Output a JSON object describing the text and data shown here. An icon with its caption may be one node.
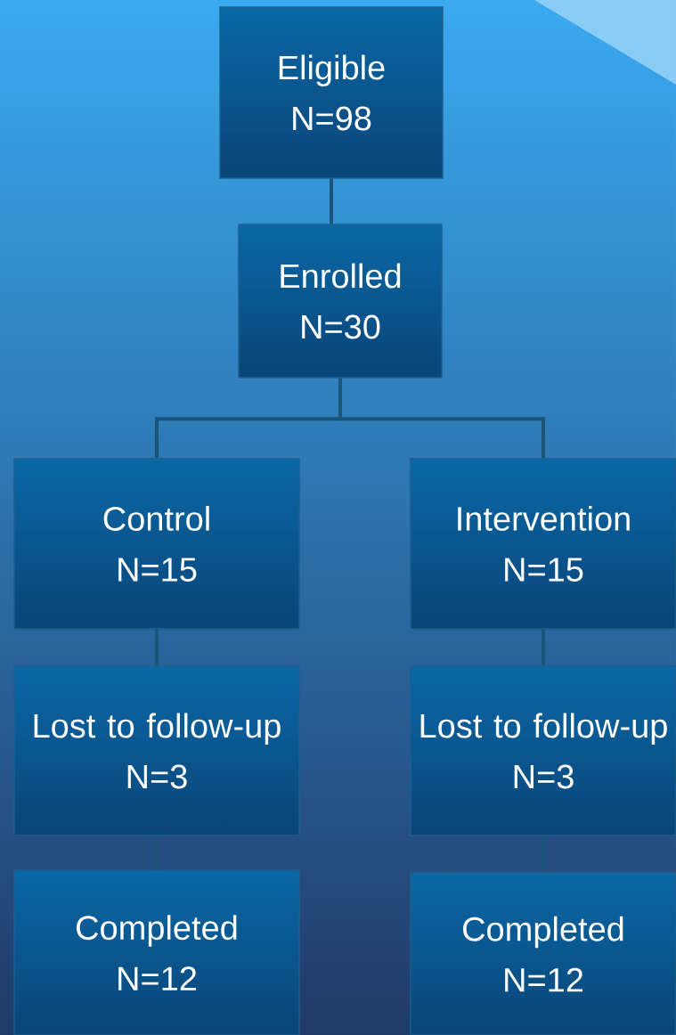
{
  "diagram": {
    "nodes": [
      {
        "text": [
          "Eligible",
          "N=98"
        ]
      },
      {
        "text": [
          "Enrolled",
          "N=30"
        ]
      },
      {
        "text": [
          "Control",
          "N=15"
        ]
      },
      {
        "text": [
          "Intervention",
          "N=15"
        ]
      },
      {
        "text": [
          "Lost to follow-up",
          "N=3"
        ]
      },
      {
        "text": [
          "Lost to follow-up",
          "N=3"
        ]
      },
      {
        "text": [
          "Completed",
          "N=12"
        ]
      },
      {
        "text": [
          "Completed",
          "N=12"
        ]
      }
    ],
    "edges": [
      {
        "from": 0,
        "to": 1,
        "arrow": "none"
      },
      {
        "from": 1,
        "to": 2,
        "arrow": "none"
      },
      {
        "from": 1,
        "to": 3,
        "arrow": "none"
      },
      {
        "from": 2,
        "to": 4,
        "arrow": "none"
      },
      {
        "from": 3,
        "to": 5,
        "arrow": "none"
      },
      {
        "from": 4,
        "to": 6,
        "arrow": "none"
      },
      {
        "from": 5,
        "to": 7,
        "arrow": "none"
      }
    ]
  }
}
